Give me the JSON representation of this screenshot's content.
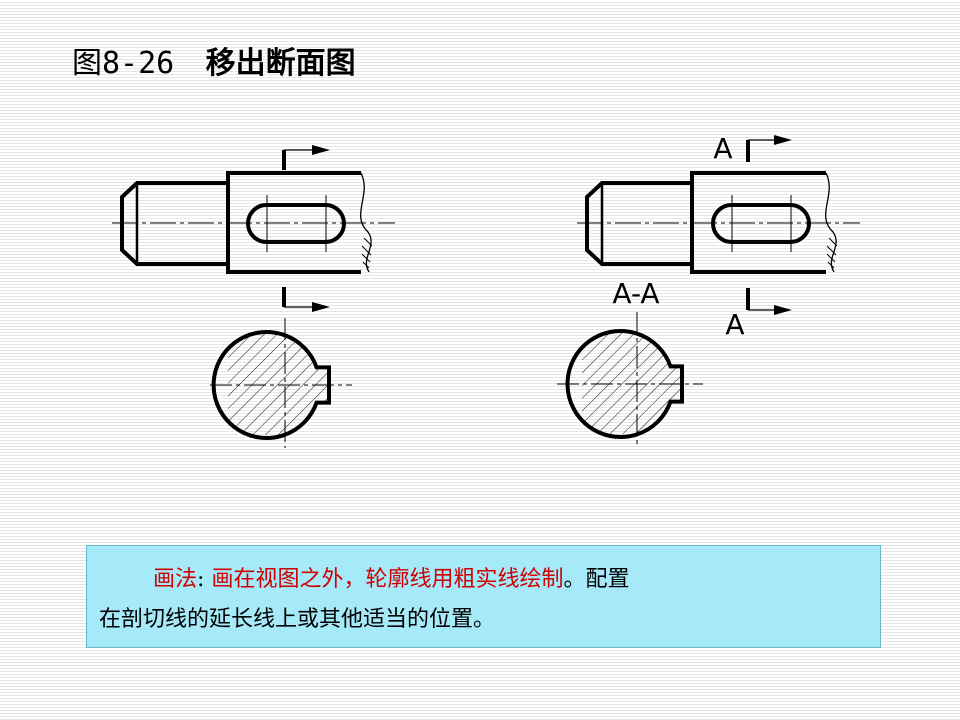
{
  "title": {
    "label": "图8-26",
    "name": "移出断面图"
  },
  "labels": {
    "section_letter_top": "A",
    "section_letter_bottom": "A",
    "section_name": "A-A"
  },
  "caption": {
    "method_label": "画法",
    "colon": ":",
    "highlight": "画在视图之外，轮廓线用粗实线绘制",
    "rest_line1": "。配置",
    "line2": "在剖切线的延长线上或其他适当的位置。"
  },
  "colors": {
    "caption_bg": "#a6e9f8",
    "highlight_text": "#d00000"
  }
}
